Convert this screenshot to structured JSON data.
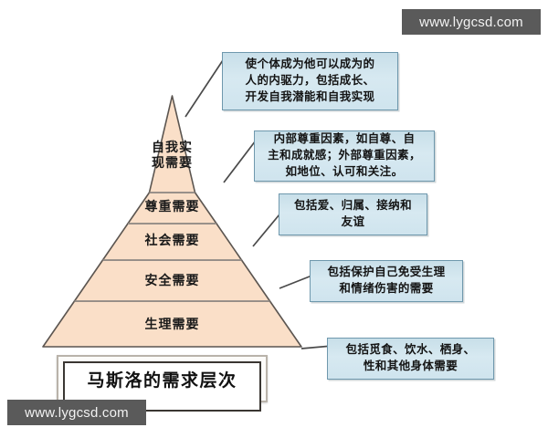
{
  "page": {
    "title": "马斯洛的需求层次",
    "background_color": "#ffffff"
  },
  "watermarks": [
    {
      "name": "watermark-top-right",
      "text": "www.lygcsd.com"
    },
    {
      "name": "watermark-bottom-left",
      "text": "www.lygcsd.com"
    }
  ],
  "pyramid": {
    "fill_color": "#fadfc8",
    "border_color": "#5b5550",
    "divider_color": "#8d8780",
    "tiers": [
      {
        "key": "self_actualization",
        "label": "自我实\n现需要"
      },
      {
        "key": "esteem",
        "label": "尊重需要"
      },
      {
        "key": "social",
        "label": "社会需要"
      },
      {
        "key": "safety",
        "label": "安全需要"
      },
      {
        "key": "physiological",
        "label": "生理需要"
      }
    ]
  },
  "callouts": [
    {
      "key": "self_actualization",
      "text": "使个体成为他可以成为的\n人的内驱力，包括成长、\n开发自我潜能和自我实现"
    },
    {
      "key": "esteem",
      "text": "内部尊重因素，如自尊、自\n主和成就感；外部尊重因素，\n如地位、认可和关注。"
    },
    {
      "key": "social",
      "text": "包括爱、归属、接纳和\n友谊"
    },
    {
      "key": "safety",
      "text": "包括保护自己免受生理\n和情绪伤害的需要"
    },
    {
      "key": "physiological",
      "text": "包括觅食、饮水、栖身、\n性和其他身体需要"
    }
  ],
  "callout_style": {
    "fill_color": "#cfe4ee",
    "border_color": "#6f98ad",
    "text_color": "#141414"
  }
}
